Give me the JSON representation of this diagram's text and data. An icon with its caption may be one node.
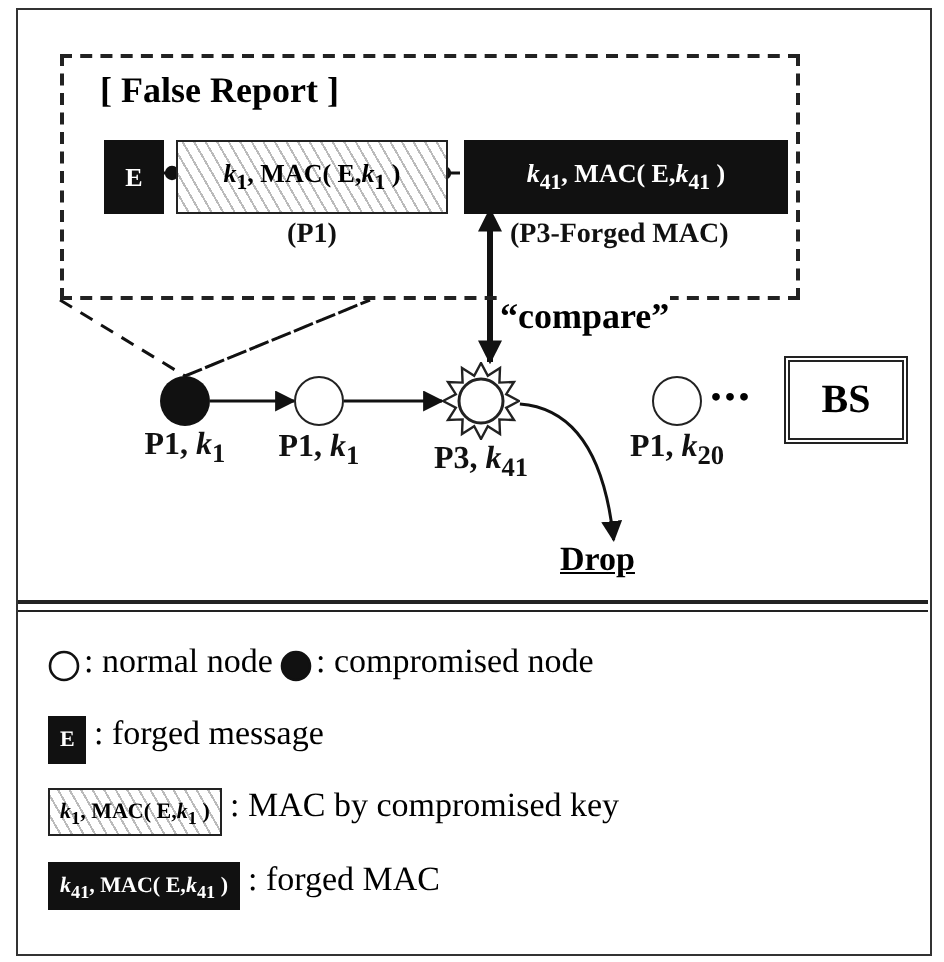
{
  "diagram": {
    "nodes": [
      {
        "text": [
          "[ False Report ]"
        ]
      },
      {
        "text": [
          "E"
        ],
        "in": 0
      },
      {
        "text": [
          "*k*$_{1}$, MAC( E,*k*$_{1}$ )"
        ],
        "in": 0,
        "beside": [
          "(P1)"
        ]
      },
      {
        "text": [
          "*k*$_{41}$, MAC( E,*k*$_{41}$ )"
        ],
        "in": 0,
        "beside": [
          "(P3-Forged MAC)"
        ]
      },
      {
        "text": [],
        "shape": "circle",
        "beside": [
          "P1, *k*$_{1}$"
        ]
      },
      {
        "text": [],
        "shape": "circle",
        "beside": [
          "P1, *k*$_{1}$"
        ]
      },
      {
        "text": [],
        "shape": "circle",
        "beside": [
          "P3, *k*$_{41}$"
        ]
      },
      {
        "text": [],
        "shape": "circle",
        "beside": [
          "P1, *k*$_{20}$"
        ]
      },
      {
        "text": [
          "BS"
        ]
      },
      {
        "text": [
          "Drop"
        ]
      }
    ],
    "edges": [
      {
        "from": 1,
        "to": 2,
        "arrow": "other"
      },
      {
        "from": 3,
        "to": 2,
        "arrow": "other"
      },
      {
        "from": 0,
        "to": 4,
        "arrow": "none",
        "style": "dashed"
      },
      {
        "from": 4,
        "to": 5,
        "arrow": "to"
      },
      {
        "from": 5,
        "to": 6,
        "arrow": "to"
      },
      {
        "from": 6,
        "to": 3,
        "arrow": "both",
        "style": "thick",
        "label": "“compare”"
      },
      {
        "from": 6,
        "to": 9,
        "arrow": "to"
      }
    ],
    "labels": [
      "...",
      "E",
      "*k*$_{1}$, MAC( E,*k*$_{1}$ )",
      "*k*$_{41}$, MAC( E,*k*$_{41}$ )"
    ],
    "legend": [
      {
        "text": ": normal node"
      },
      {
        "text": ": compromised node"
      },
      {
        "text": ": forged message"
      },
      {
        "text": ": MAC by compromised key"
      },
      {
        "text": ": forged MAC"
      }
    ]
  }
}
